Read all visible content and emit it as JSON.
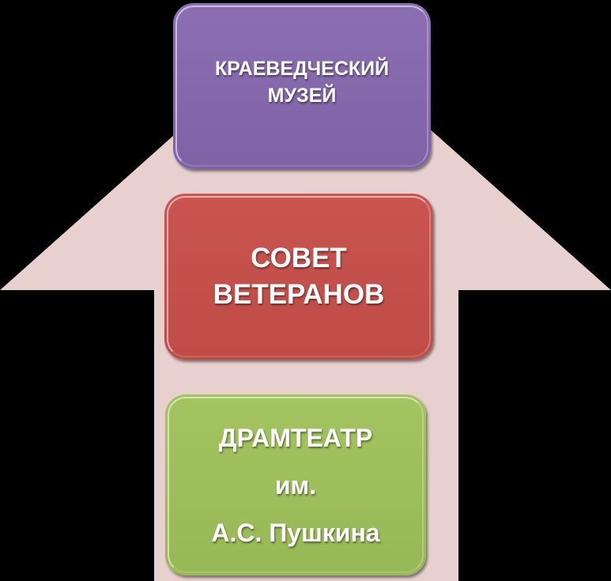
{
  "diagram": {
    "boxes": [
      {
        "id": "museum",
        "lines": [
          "КРАЕВЕДЧЕСКИЙ",
          "МУЗЕЙ"
        ],
        "color": "#8064a2"
      },
      {
        "id": "veterans",
        "lines": [
          "СОВЕТ",
          "ВЕТЕРАНОВ"
        ],
        "color": "#c0504d"
      },
      {
        "id": "theatre",
        "lines": [
          "ДРАМТЕАТР",
          "им.",
          "А.С. Пушкина"
        ],
        "color": "#9bbb59"
      }
    ],
    "arrow_color": "#e8d0cf",
    "background_color": "#000000"
  }
}
